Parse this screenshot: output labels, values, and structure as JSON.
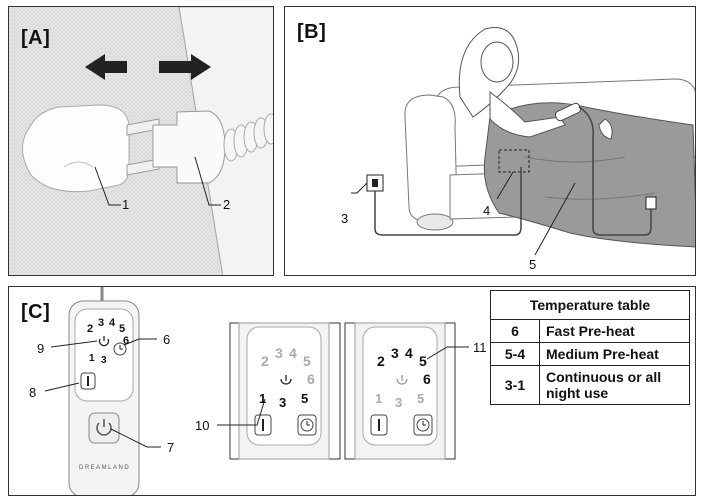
{
  "panels": {
    "a": {
      "label": "[A]"
    },
    "b": {
      "label": "[B]"
    },
    "c": {
      "label": "[C]"
    }
  },
  "callouts": {
    "c1": "1",
    "c2": "2",
    "c3": "3",
    "c4": "4",
    "c5": "5",
    "c6": "6",
    "c7": "7",
    "c8": "8",
    "c9": "9",
    "c10": "10",
    "c11": "11"
  },
  "controller": {
    "brand": "DREAMLAND",
    "digits": {
      "d1": "1",
      "d2": "2",
      "d3": "3",
      "d4": "4",
      "d5": "5",
      "d6": "6"
    }
  },
  "table": {
    "header": "Temperature table",
    "rows": [
      {
        "setting": "6",
        "description": "Fast Pre-heat"
      },
      {
        "setting": "5-4",
        "description": "Medium Pre-heat"
      },
      {
        "setting": "3-1",
        "description": "Continuous or all night use"
      }
    ]
  }
}
